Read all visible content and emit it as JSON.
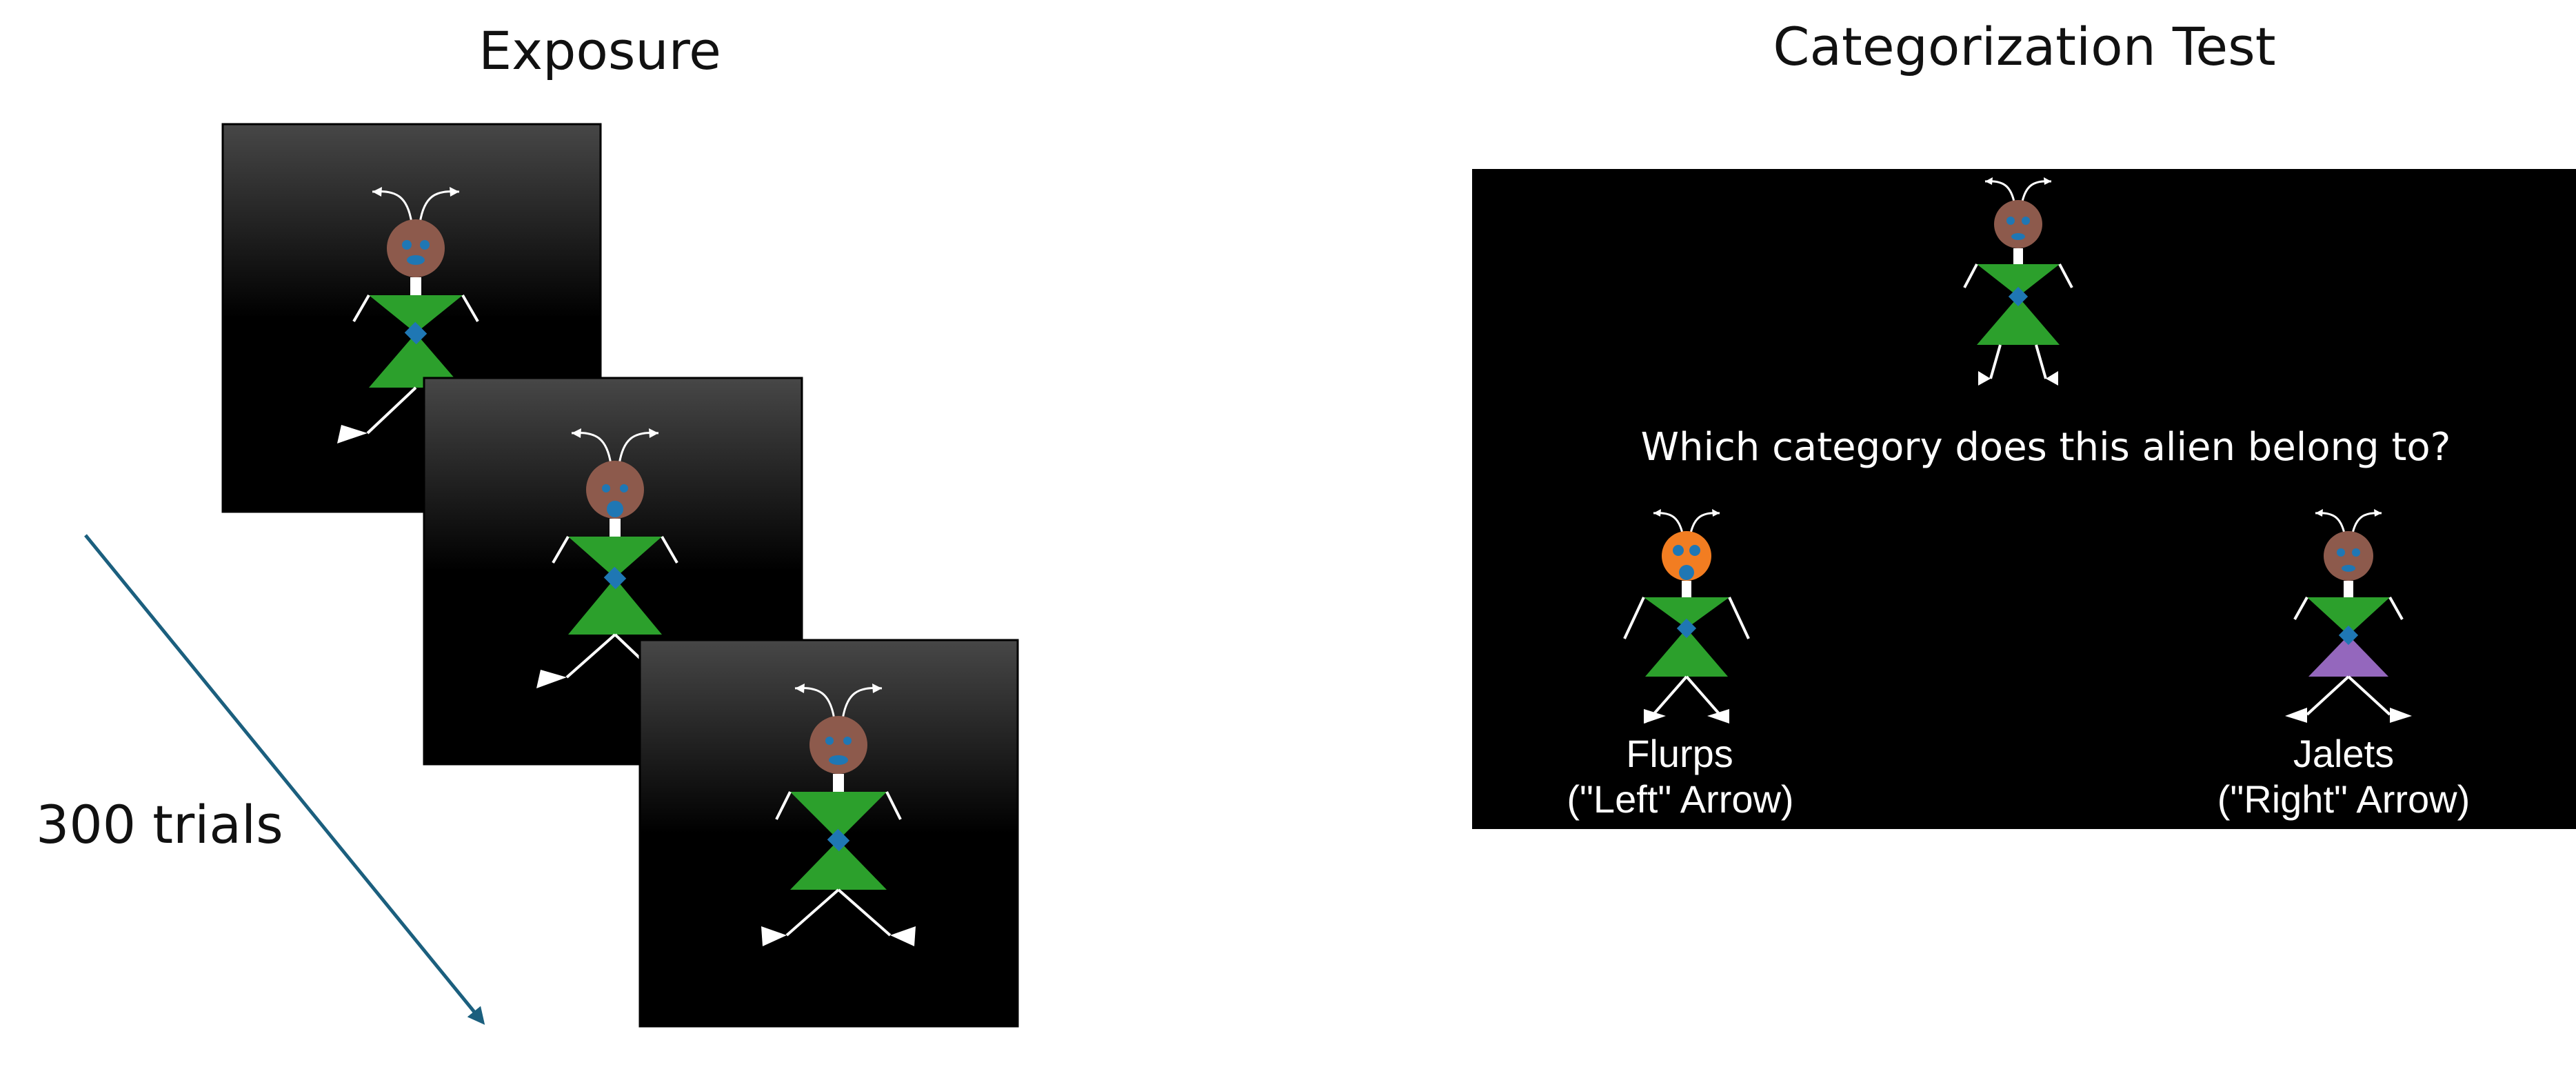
{
  "exposure": {
    "title": "Exposure",
    "trials_label": "300 trials"
  },
  "test": {
    "title": "Categorization Test",
    "question": "Which category does this alien belong to?",
    "left_choice": {
      "name": "Flurps",
      "key": "(\"Left\" Arrow)"
    },
    "right_choice": {
      "name": "Jalets",
      "key": "(\"Right\" Arrow)"
    }
  },
  "colors": {
    "head_brown": "#8d5a4c",
    "head_orange": "#f27d21",
    "body_green": "#2ca02c",
    "skirt_purple": "#9467bd",
    "feature_blue": "#1f77b4",
    "arrow_teal": "#1b5f7e"
  }
}
